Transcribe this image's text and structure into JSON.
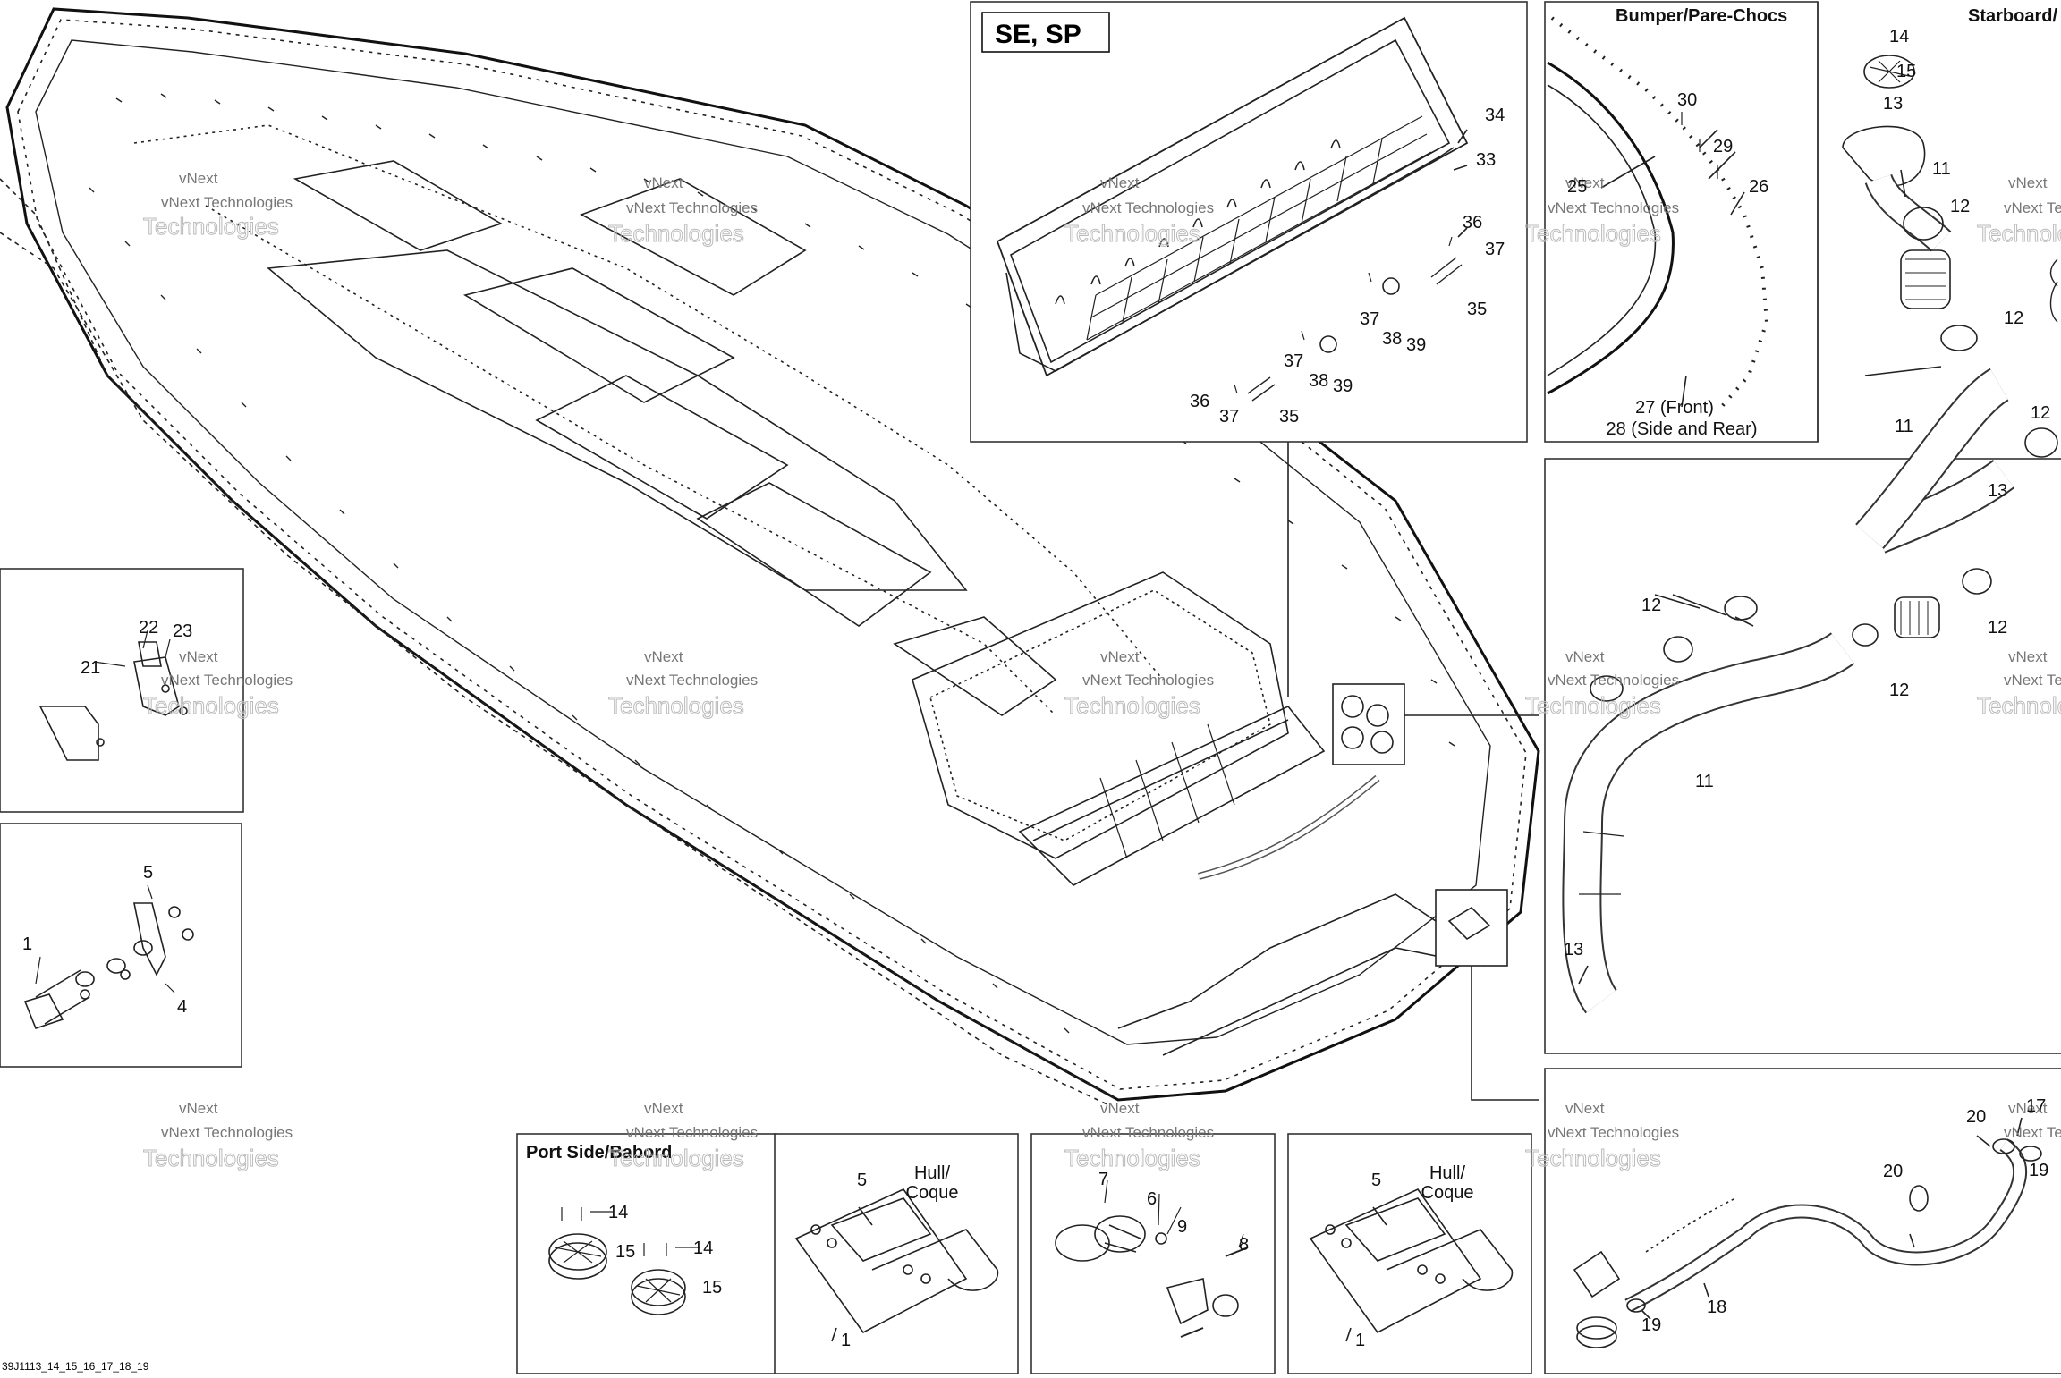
{
  "diagram_code": "39J1113_14_15_16_17_18_19",
  "panels": {
    "se_sp": {
      "title": "SE, SP"
    },
    "bumper": {
      "title": "Bumper/Pare-Chocs",
      "note_front": "27 (Front)",
      "note_side": "28 (Side and Rear)"
    },
    "starboard": {
      "title": "Starboard/"
    },
    "port_side": {
      "title": "Port Side/Babord"
    },
    "hull_note_1": {
      "line1": "Hull/",
      "line2": "Coque"
    },
    "hull_note_2": {
      "line1": "Hull/",
      "line2": "Coque"
    }
  },
  "watermark": {
    "line1": "vNext",
    "line2": "vNext Technologies",
    "line3": "Technologies"
  },
  "callouts": {
    "c1": "1",
    "c4": "4",
    "c5": "5",
    "c6": "6",
    "c7": "7",
    "c8": "8",
    "c9": "9",
    "c11": "11",
    "c12": "12",
    "c13": "13",
    "c14": "14",
    "c15": "15",
    "c17": "17",
    "c18": "18",
    "c19": "19",
    "c20": "20",
    "c21": "21",
    "c22": "22",
    "c23": "23",
    "c25": "25",
    "c26": "26",
    "c29": "29",
    "c30": "30",
    "c33": "33",
    "c34": "34",
    "c35": "35",
    "c36": "36",
    "c37": "37",
    "c38": "38",
    "c39": "39"
  }
}
